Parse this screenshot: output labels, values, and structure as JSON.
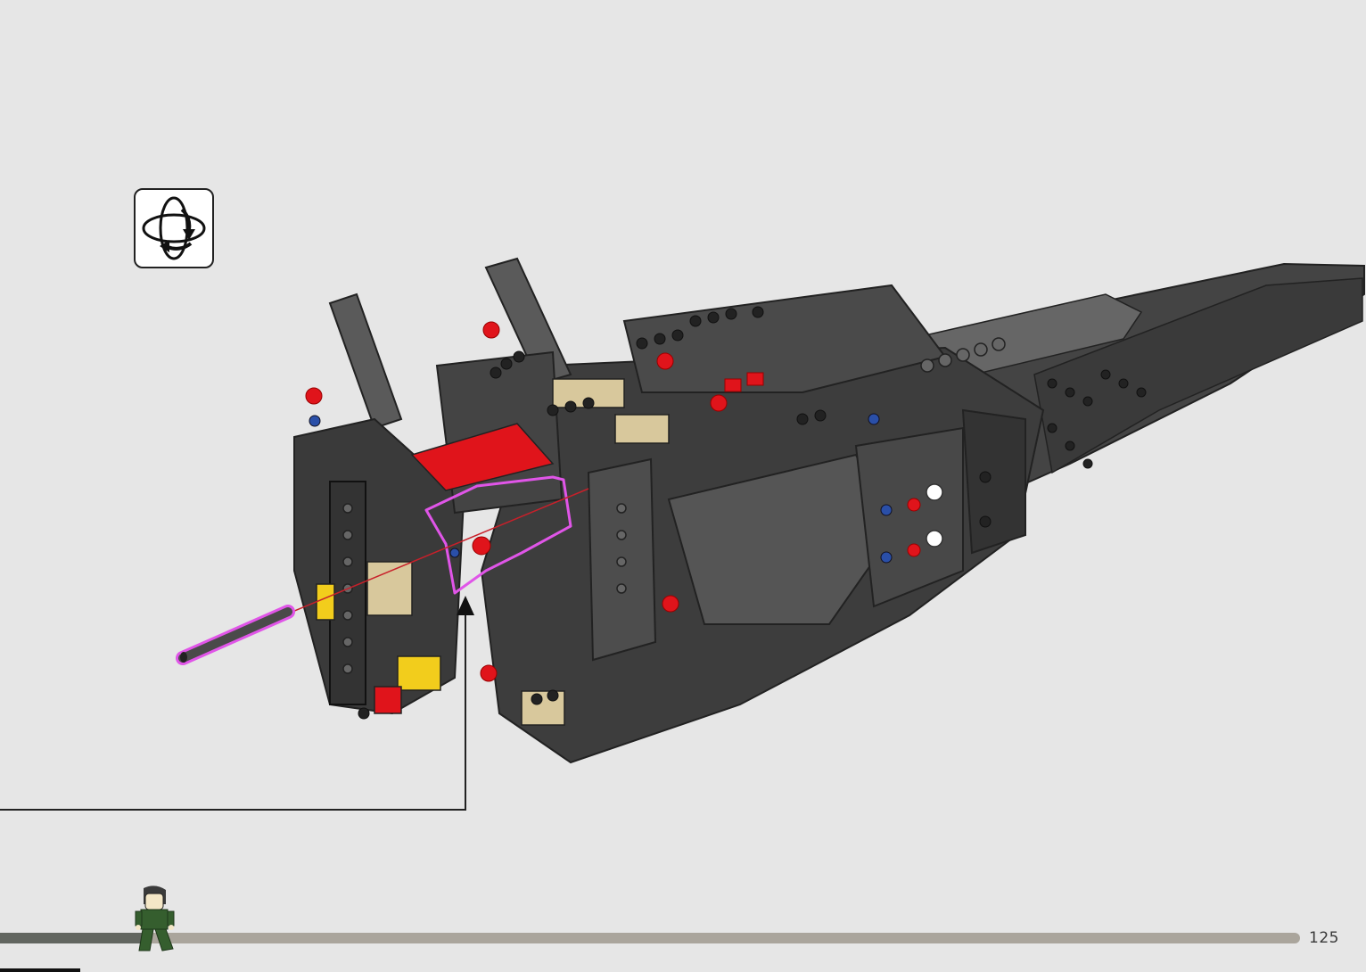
{
  "page": {
    "number": "125"
  },
  "progress": {
    "fraction": 0.116
  },
  "icons": {
    "rotate": "rotate-model-icon",
    "figure": "minifigure-progress-icon",
    "pointer": "callout-pointer-arrow"
  },
  "colors": {
    "background": "#e6e6e6",
    "model_dark": "#3d3d3d",
    "model_mid": "#555555",
    "highlight": "#e055e8",
    "red_part": "#e0141b",
    "tan_part": "#d8c89c",
    "yellow_part": "#f2cd1c",
    "progress_track": "#aaa59c",
    "progress_fill": "#626660"
  }
}
